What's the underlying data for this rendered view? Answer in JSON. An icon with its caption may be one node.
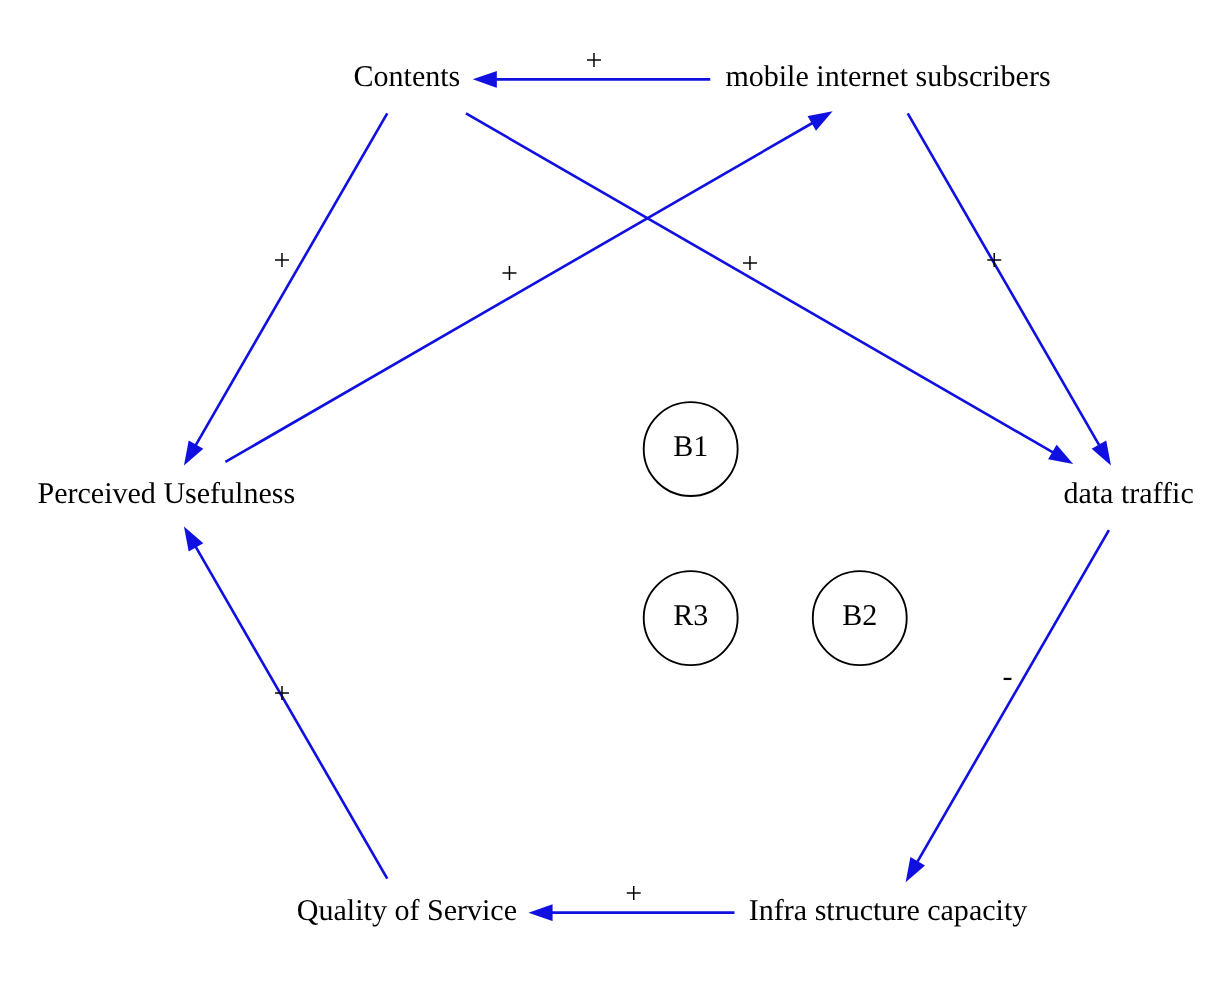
{
  "diagram": {
    "nodes": [
      {
        "text": [
          "data traffic"
        ]
      },
      {
        "text": [
          "mobile internet subscribers"
        ]
      },
      {
        "text": [
          "Contents"
        ]
      },
      {
        "text": [
          "Infra structure capacity"
        ]
      },
      {
        "text": [
          "Perceived Usefulness"
        ]
      },
      {
        "text": [
          "Quality of Service"
        ]
      }
    ],
    "edges": [
      {
        "from": 1,
        "to": 0,
        "arrow": "to",
        "label": "+"
      },
      {
        "from": 1,
        "to": 2,
        "arrow": "to",
        "label": "+"
      },
      {
        "from": 2,
        "to": 0,
        "arrow": "to",
        "label": "+"
      },
      {
        "from": 0,
        "to": 3,
        "arrow": "to",
        "label": "-"
      },
      {
        "from": 2,
        "to": 4,
        "arrow": "to",
        "label": "+"
      },
      {
        "from": 3,
        "to": 5,
        "arrow": "to",
        "label": "+"
      },
      {
        "from": 5,
        "to": 4,
        "arrow": "to",
        "label": "+"
      },
      {
        "from": 4,
        "to": 1,
        "arrow": "to",
        "label": "+"
      }
    ],
    "labels": [
      "B1",
      "R3",
      "B2"
    ]
  }
}
